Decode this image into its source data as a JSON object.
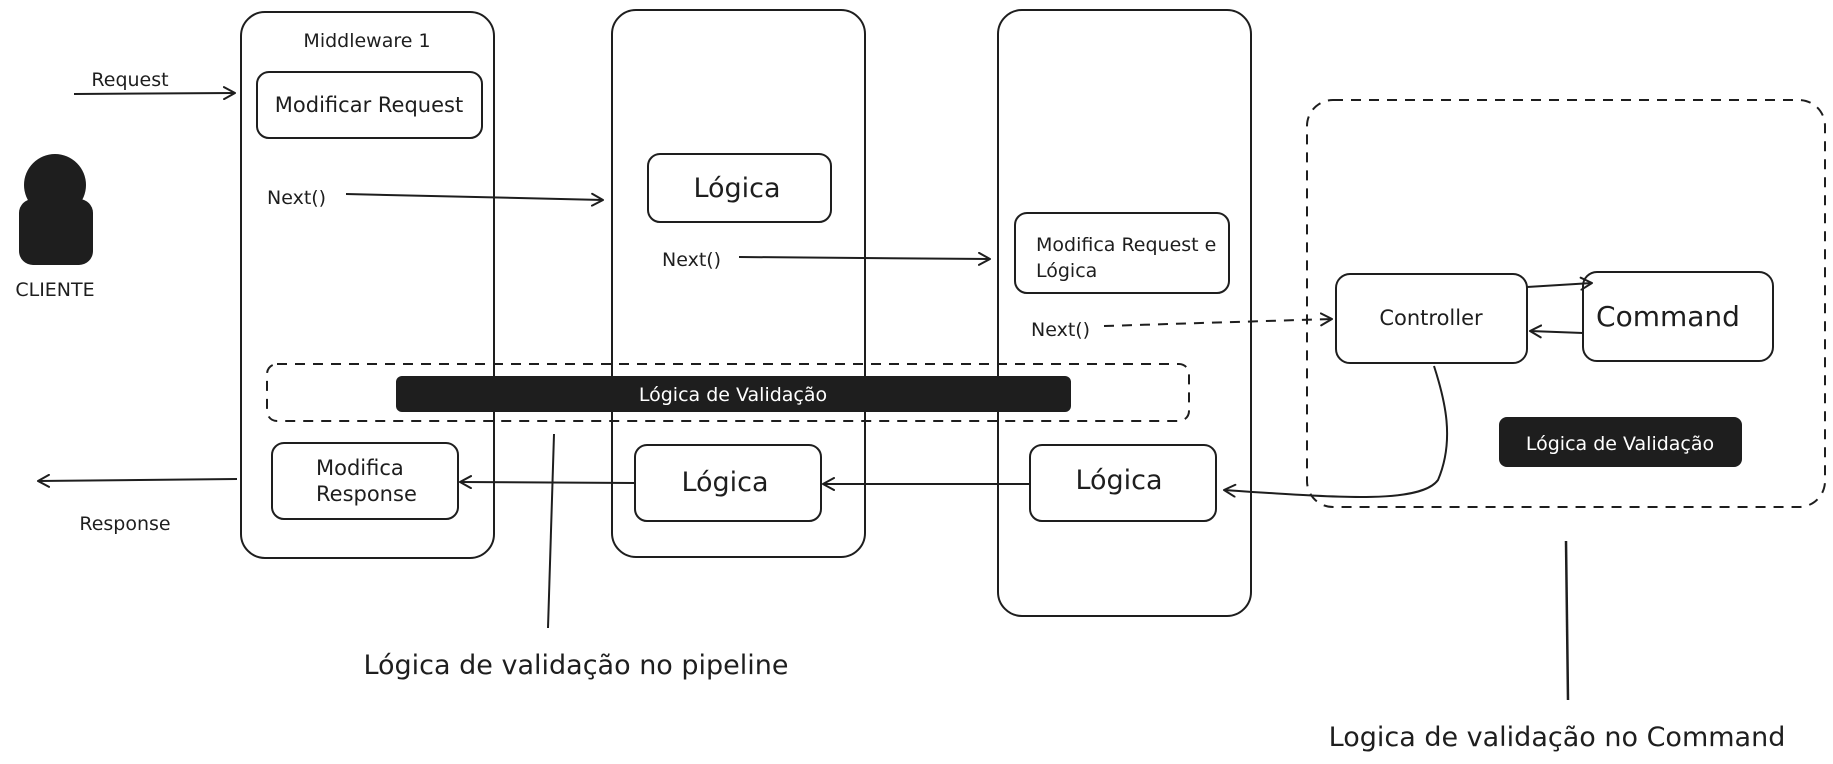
{
  "client": {
    "icon": "user-icon",
    "label": "CLIENTE"
  },
  "flow": {
    "request_label": "Request",
    "response_label": "Response"
  },
  "middleware1": {
    "title": "Middleware 1",
    "modify_request": "Modificar Request",
    "next": "Next()",
    "modify_response_line1": "Modifica",
    "modify_response_line2": "Response"
  },
  "middleware2": {
    "logic_top": "Lógica",
    "next": "Next()",
    "logic_bottom": "Lógica"
  },
  "middleware3": {
    "modify_line1": "Modifica Request e",
    "modify_line2": "Lógica",
    "next": "Next()",
    "logic_bottom": "Lógica"
  },
  "app": {
    "controller": "Controller",
    "command": "Command",
    "validation_badge": "Lógica de Validação"
  },
  "pipeline_validation_bar": "Lógica de Validação",
  "annotations": {
    "pipeline": "Lógica de validação no pipeline",
    "command": "Logica de validação no Command"
  },
  "colors": {
    "ink": "#1e1e1e",
    "background": "#ffffff"
  }
}
